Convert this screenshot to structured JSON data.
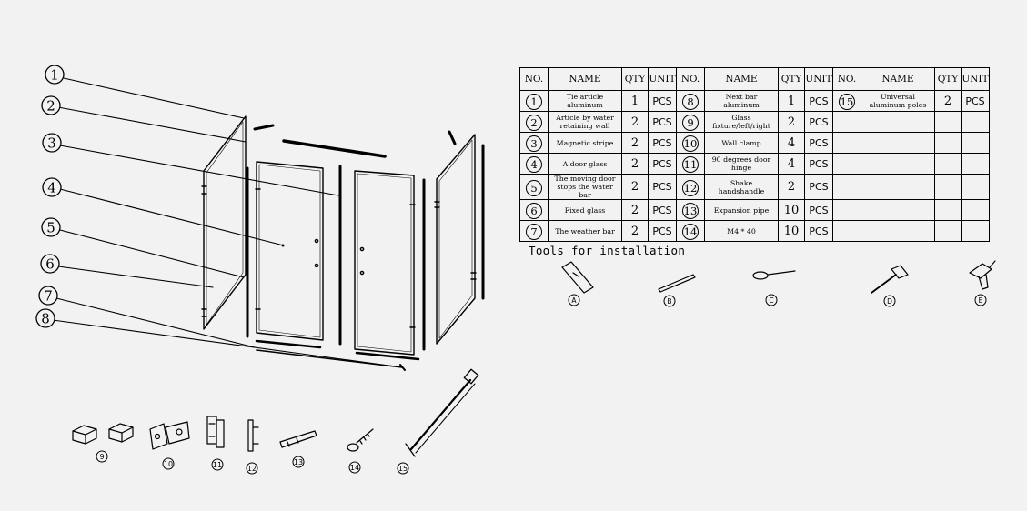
{
  "callouts": [
    "1",
    "2",
    "3",
    "4",
    "5",
    "6",
    "7",
    "8"
  ],
  "small_parts": [
    {
      "label": "9",
      "icon": "wall-clamp-icon"
    },
    {
      "label": "10",
      "icon": "door-hinge-icon"
    },
    {
      "label": "11",
      "icon": "shake-handle-icon"
    },
    {
      "label": "12",
      "icon": "handle-bar-icon"
    },
    {
      "label": "13",
      "icon": "expansion-pipe-icon"
    },
    {
      "label": "14",
      "icon": "screw-icon"
    },
    {
      "label": "15",
      "icon": "universal-pole-icon"
    }
  ],
  "table": {
    "headers": [
      "NO.",
      "NAME",
      "QTY",
      "UNIT",
      "NO.",
      "NAME",
      "QTY",
      "UNIT",
      "NO.",
      "NAME",
      "QTY",
      "UNIT"
    ],
    "rows": [
      [
        {
          "no": "1",
          "name": "Tie article aluminum",
          "qty": "1",
          "unit": "PCS"
        },
        {
          "no": "8",
          "name": "Next bar aluminum",
          "qty": "1",
          "unit": "PCS"
        },
        {
          "no": "15",
          "name": "Universal aluminum poles",
          "qty": "2",
          "unit": "PCS"
        }
      ],
      [
        {
          "no": "2",
          "name": "Article by water retaining wall",
          "qty": "2",
          "unit": "PCS"
        },
        {
          "no": "9",
          "name": "Glass fixture/left/right",
          "qty": "2",
          "unit": "PCS"
        },
        {
          "no": "",
          "name": "",
          "qty": "",
          "unit": ""
        }
      ],
      [
        {
          "no": "3",
          "name": "Magnetic stripe",
          "qty": "2",
          "unit": "PCS"
        },
        {
          "no": "10",
          "name": "Wall clamp",
          "qty": "4",
          "unit": "PCS"
        },
        {
          "no": "",
          "name": "",
          "qty": "",
          "unit": ""
        }
      ],
      [
        {
          "no": "4",
          "name": "A door glass",
          "qty": "2",
          "unit": "PCS"
        },
        {
          "no": "11",
          "name": "90 degrees door hinge",
          "qty": "4",
          "unit": "PCS"
        },
        {
          "no": "",
          "name": "",
          "qty": "",
          "unit": ""
        }
      ],
      [
        {
          "no": "5",
          "name": "The moving door stops the water bar",
          "qty": "2",
          "unit": "PCS"
        },
        {
          "no": "12",
          "name": "Shake handshandle",
          "qty": "2",
          "unit": "PCS"
        },
        {
          "no": "",
          "name": "",
          "qty": "",
          "unit": ""
        }
      ],
      [
        {
          "no": "6",
          "name": "Fixed glass",
          "qty": "2",
          "unit": "PCS"
        },
        {
          "no": "13",
          "name": "Expansion pipe",
          "qty": "10",
          "unit": "PCS"
        },
        {
          "no": "",
          "name": "",
          "qty": "",
          "unit": ""
        }
      ],
      [
        {
          "no": "7",
          "name": "The weather bar",
          "qty": "2",
          "unit": "PCS"
        },
        {
          "no": "14",
          "name": "M4 * 40",
          "qty": "10",
          "unit": "PCS"
        },
        {
          "no": "",
          "name": "",
          "qty": "",
          "unit": ""
        }
      ]
    ]
  },
  "tools": {
    "title": "Tools for installation",
    "items": [
      {
        "label": "A",
        "icon": "spirit-level-icon"
      },
      {
        "label": "B",
        "icon": "pencil-icon"
      },
      {
        "label": "C",
        "icon": "screwdriver-icon"
      },
      {
        "label": "D",
        "icon": "hammer-icon"
      },
      {
        "label": "E",
        "icon": "electric-drill-icon"
      }
    ]
  }
}
